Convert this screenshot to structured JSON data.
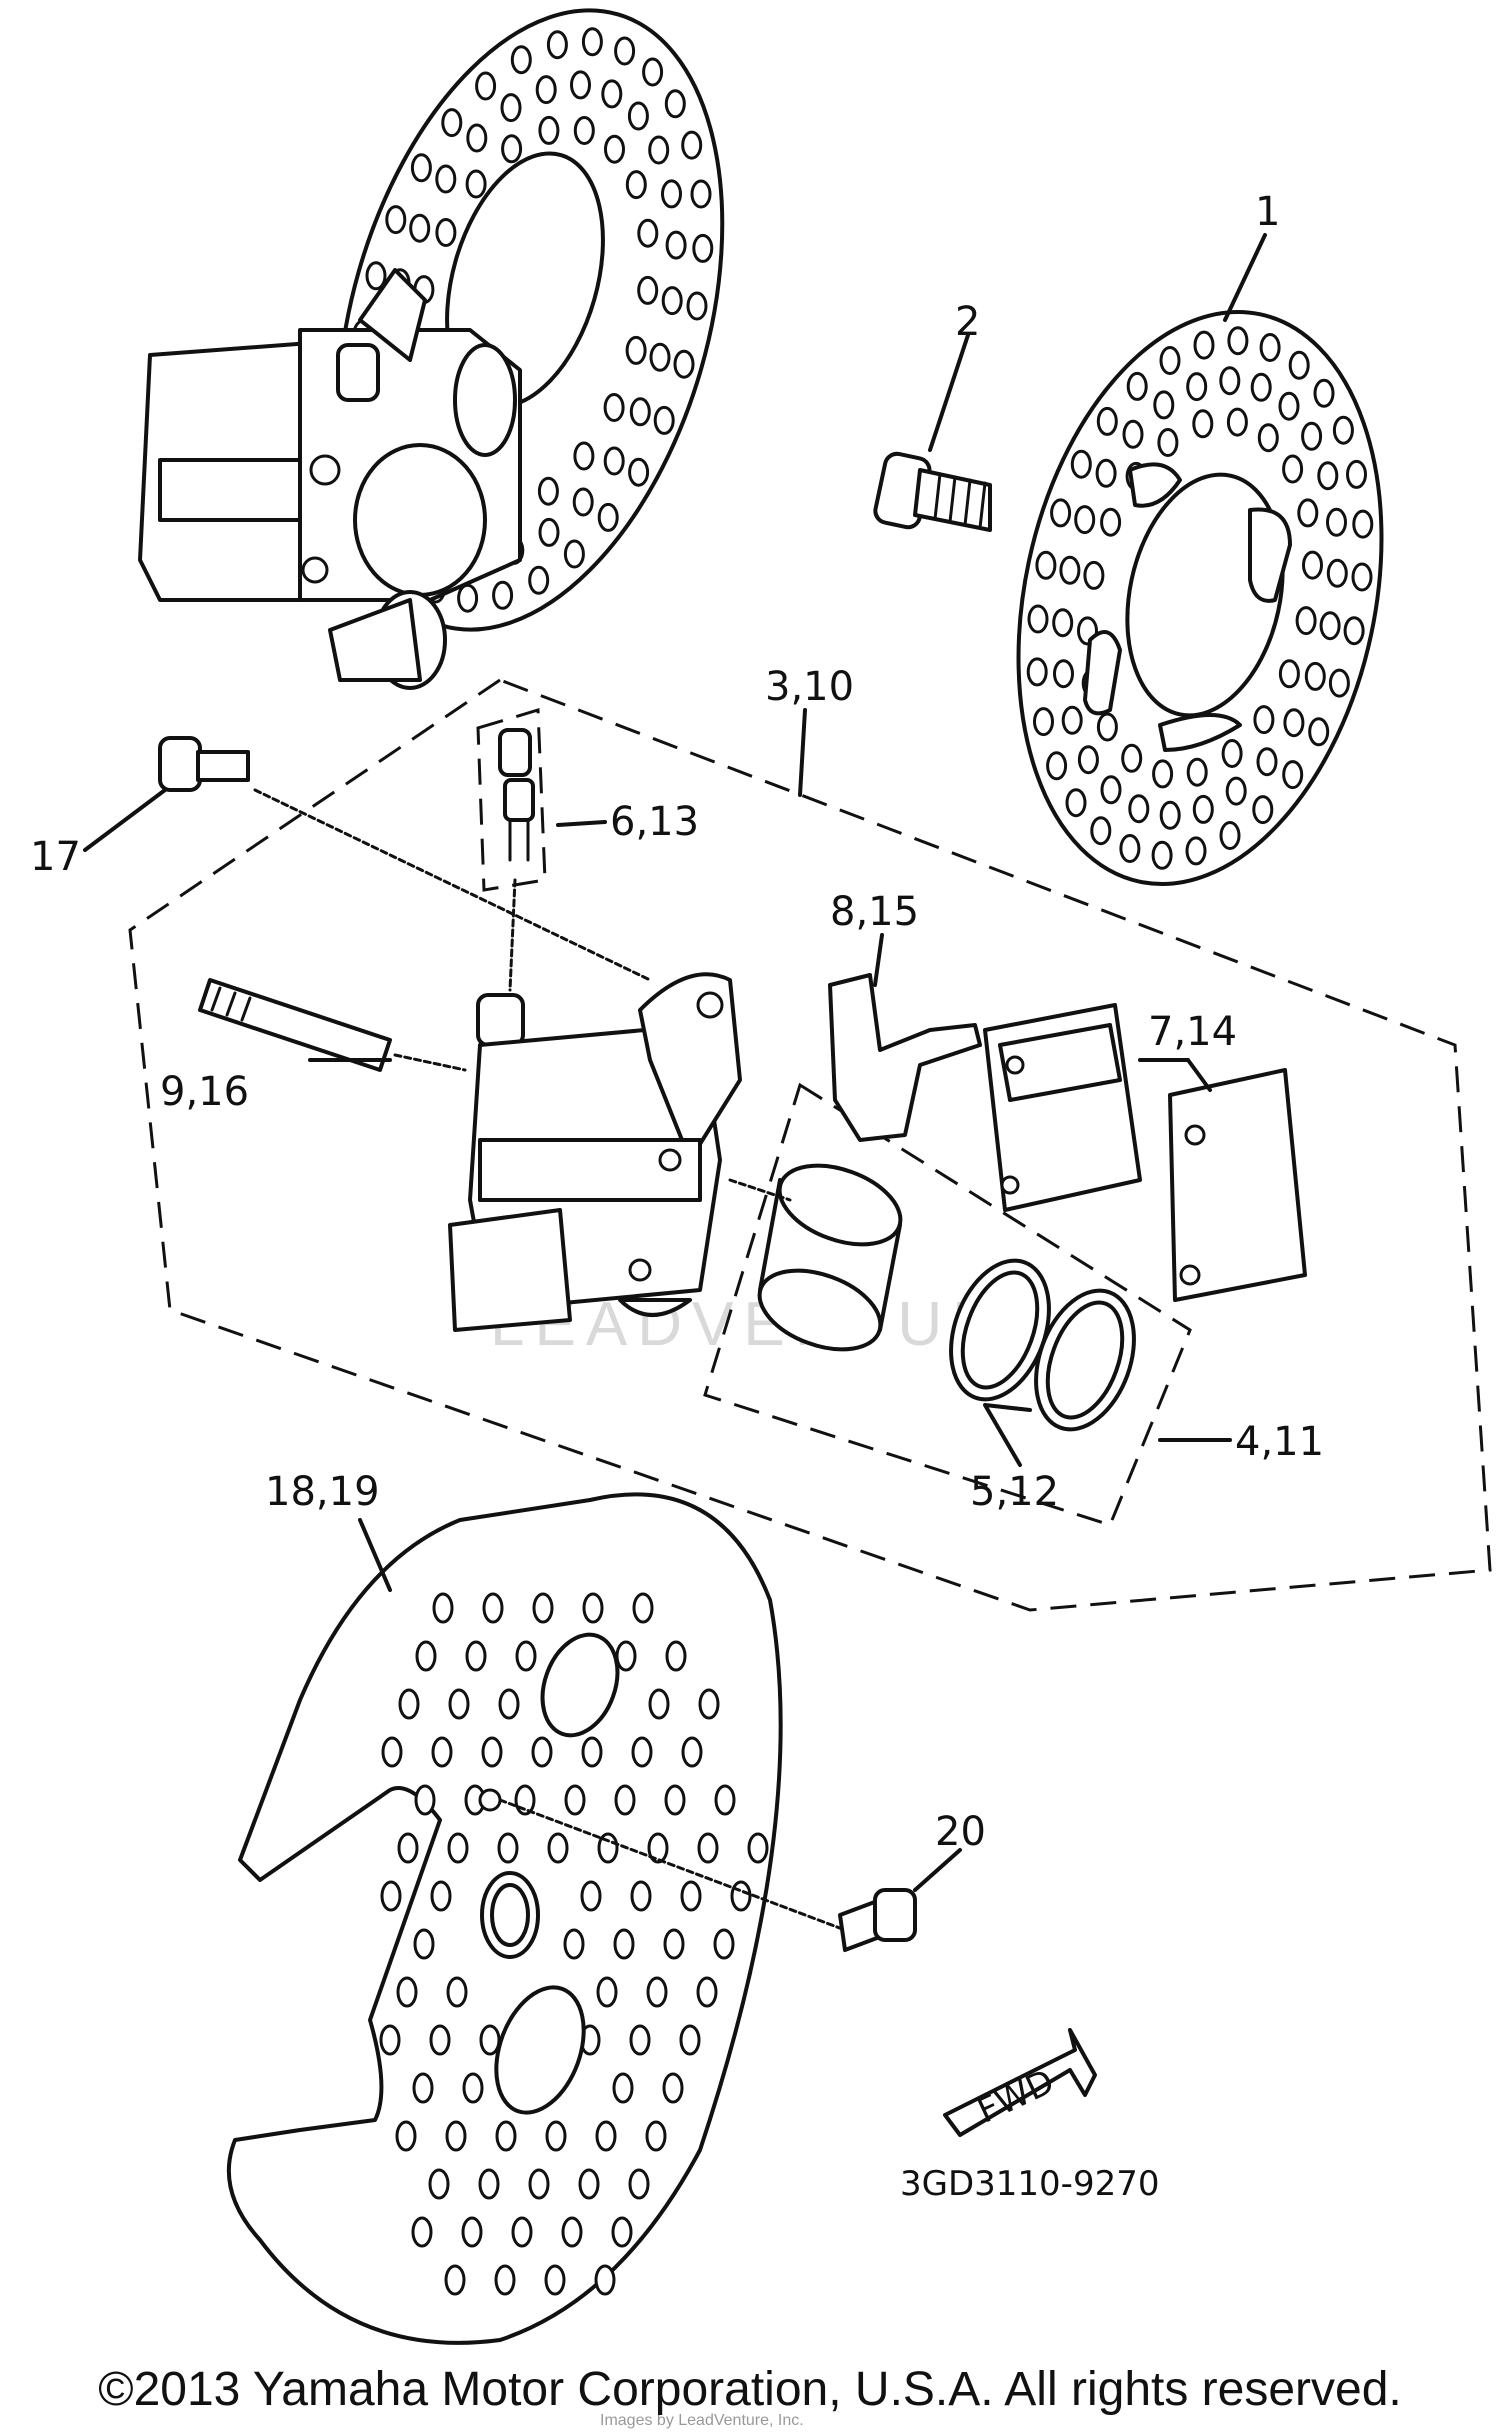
{
  "labels": {
    "l1": "1",
    "l2": "2",
    "l3_10": "3,10",
    "l6_13": "6,13",
    "l17": "17",
    "l8_15": "8,15",
    "l7_14": "7,14",
    "l9_16": "9,16",
    "l4_11": "4,11",
    "l5_12": "5,12",
    "l18_19": "18,19",
    "l20": "20"
  },
  "arrow_text": "FWD",
  "diagram_code": "3GD3110-9270",
  "watermark": "LEADVENTURE",
  "credit": "Images by LeadVenture, Inc.",
  "copyright": "©2013 Yamaha Motor Corporation, U.S.A. All rights reserved."
}
